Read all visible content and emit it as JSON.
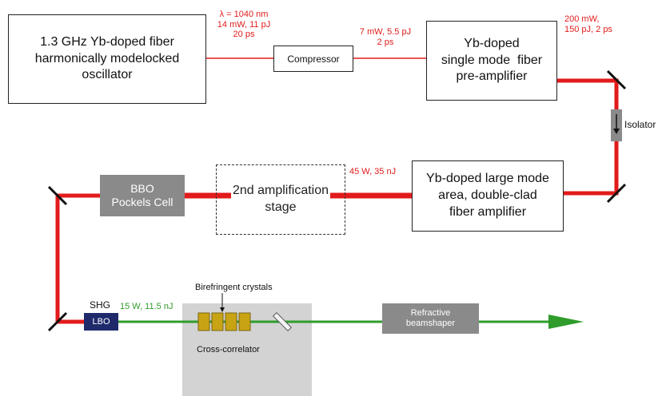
{
  "components": {
    "oscillator": [
      "1.3 GHz Yb-doped fiber",
      "harmonically modelocked",
      "oscillator"
    ],
    "compressor": "Compressor",
    "preamplifier": [
      "Yb-doped",
      "single mode  fiber",
      "pre-amplifier"
    ],
    "isolator": "Isolator",
    "main_amplifier": [
      "Yb-doped large mode",
      "area, double-clad",
      "fiber amplifier"
    ],
    "second_stage": [
      "2nd amplification",
      "stage"
    ],
    "pockels_cell": [
      "BBO",
      "Pockels Cell"
    ],
    "shg": "SHG",
    "lbo": "LBO",
    "birefringent": "Birefringent crystals",
    "cross_correlator": "Cross-correlator",
    "beamshaper": [
      "Refractive",
      "beamshaper"
    ]
  },
  "annotations": {
    "oscillator_out": [
      "λ = 1040 nm",
      "14 mW, 11 pJ",
      "20 ps"
    ],
    "compressor_out": [
      "7 mW, 5.5 pJ",
      "2 ps"
    ],
    "preamp_out": [
      "200 mW,",
      "150 pJ, 2 ps"
    ],
    "amp_out": "45 W, 35 nJ",
    "shg_out": "15 W, 11.5 nJ"
  },
  "colors": {
    "beam_fundamental": "#e21b1b",
    "beam_shg": "#2f9c2b",
    "component_gray": "#8a8a8a",
    "lbo": "#1f2a6b",
    "cross_correlator_bg": "#d3d3d3",
    "crystal": "#c8a415",
    "text_red": "#e21b1b"
  }
}
